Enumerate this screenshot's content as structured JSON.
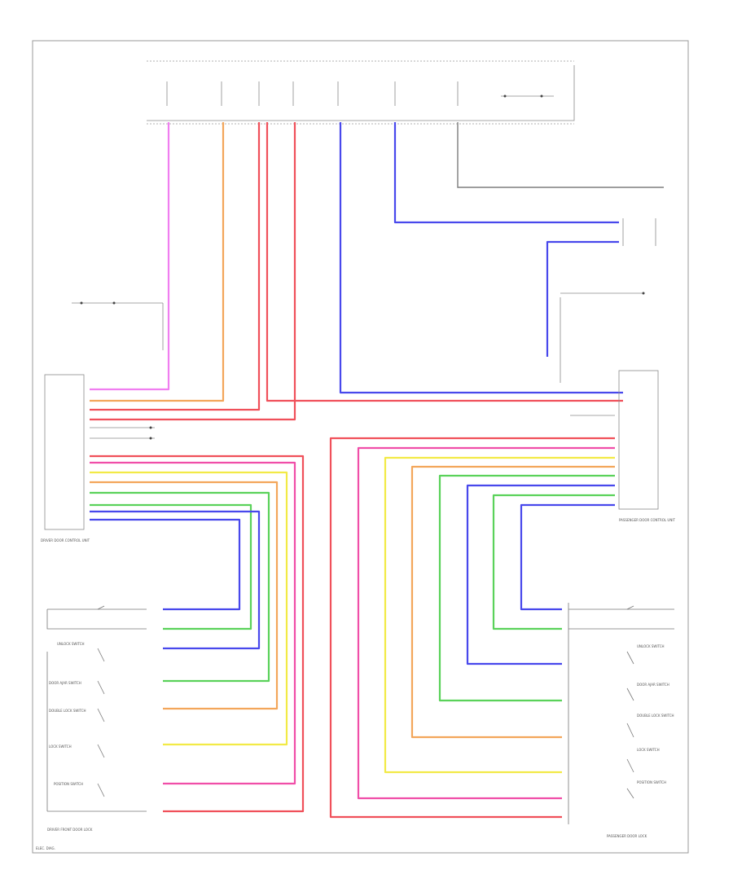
{
  "colors": {
    "pink": "#f07ef0",
    "orange": "#f3a65a",
    "red": "#f0505a",
    "blue": "#4848ec",
    "green": "#5ad25a",
    "yellow": "#f2ea46",
    "magenta": "#f04ea8",
    "gray": "#7d7d7d",
    "frame": "#9a9a9a"
  },
  "labels": {
    "left_door_control": "DRIVER DOOR CONTROL UNIT",
    "right_door_control": "PASSENGER DOOR CONTROL UNIT",
    "left_door_lock": "DRIVER FRONT DOOR LOCK",
    "right_door_lock": "PASSENGER DOOR LOCK",
    "left_switch_1": "UNLOCK SWITCH",
    "left_switch_2": "DOOR AJAR SWITCH",
    "left_switch_3": "DOUBLE LOCK SWITCH",
    "left_switch_4": "LOCK SWITCH",
    "left_switch_5": "POSITION SWITCH",
    "right_switch_1": "UNLOCK SWITCH",
    "right_switch_2": "DOOR AJAR SWITCH",
    "right_switch_3": "DOUBLE LOCK SWITCH",
    "right_switch_4": "LOCK SWITCH",
    "right_switch_5": "POSITION SWITCH",
    "footer_code": "ELEC. DIAG."
  }
}
